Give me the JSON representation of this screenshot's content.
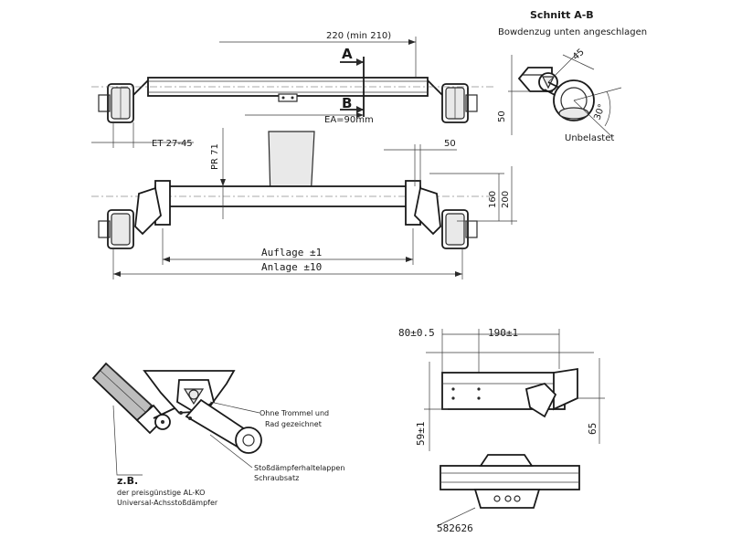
{
  "section_view": {
    "title": "Schnitt A-B",
    "subtitle": "Bowdenzug unten angeschlagen",
    "angle_top": "45",
    "angle_side": "30°",
    "dim_height": "50",
    "state_label": "Unbelastet"
  },
  "top_view": {
    "dim_length": "220 (min 210)",
    "cut_a": "A",
    "cut_b": "B",
    "ea_label": "EA=90mm",
    "et_label": "ET 27-45"
  },
  "front_view": {
    "pr_label": "PR 71",
    "dim_50": "50",
    "dim_160": "160",
    "dim_200": "200",
    "auflage_label": "Auflage ±1",
    "anlage_label": "Anlage ±10"
  },
  "damper_detail": {
    "note_no_drum_1": "Ohne Trommel und",
    "note_no_drum_2": "Rad gezeichnet",
    "part_1": "Stoßdämpferhaltelappen",
    "part_2": "Schraubsatz",
    "zb_label": "z.B.",
    "caption_1": "der preisgünstige AL-KO",
    "caption_2": "Universal-Achsstoßdämpfer"
  },
  "bracket_detail": {
    "dim_80": "80±0.5",
    "dim_190": "190±1",
    "dim_59": "59±1",
    "dim_65": "65",
    "part_number": "582626"
  }
}
